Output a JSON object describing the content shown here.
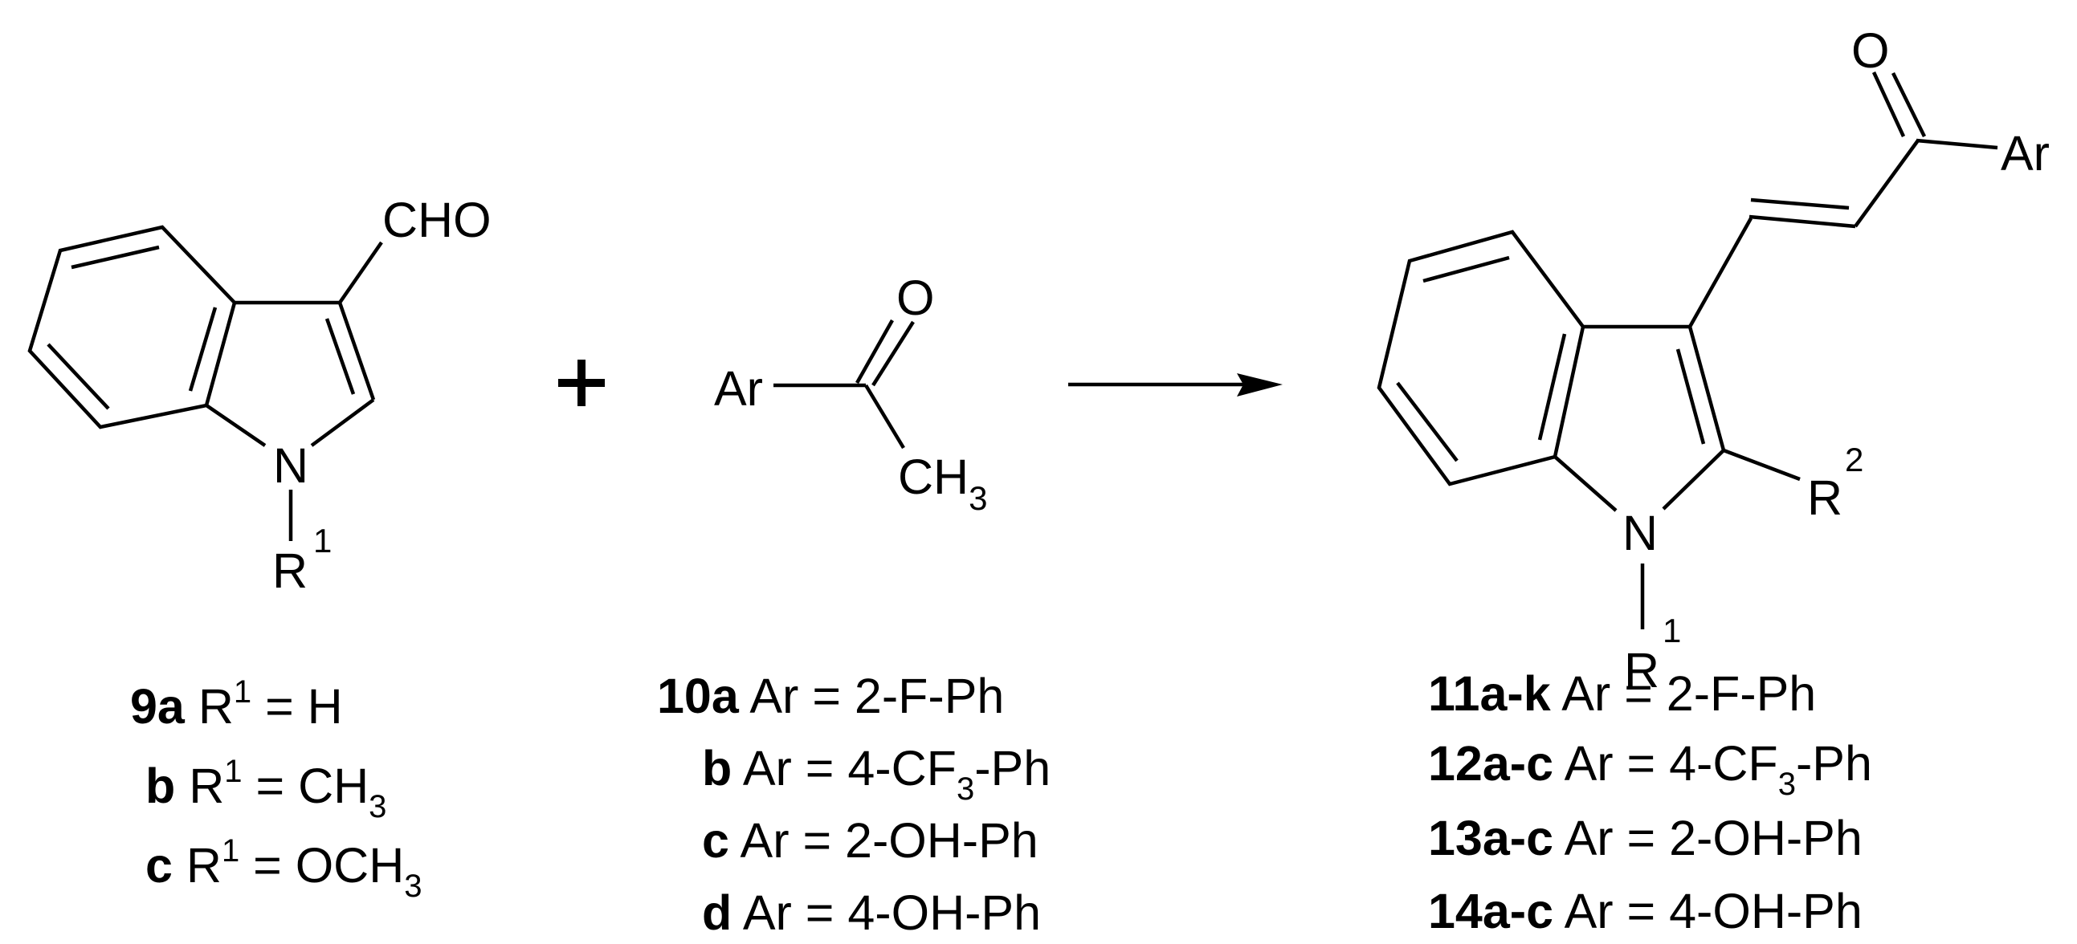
{
  "scheme": {
    "reagent_9": {
      "aldehyde_group": "CHO",
      "nitrogen": "N",
      "substituent": {
        "base": "R",
        "superscript": "1"
      }
    },
    "plus_sign": "+",
    "reagent_10": {
      "aryl": "Ar",
      "oxygen": "O",
      "methyl": {
        "base": "CH",
        "subscript": "3"
      }
    },
    "reaction_arrow": "→",
    "product": {
      "oxygen": "O",
      "aryl": "Ar",
      "nitrogen": "N",
      "substituent_1": {
        "base": "R",
        "superscript": "1"
      },
      "substituent_2": {
        "base": "R",
        "superscript": "2"
      }
    }
  },
  "legend": {
    "compound_9": [
      {
        "id": "9a",
        "lhs": "R",
        "sup": "1",
        "eq": " = ",
        "value": "H",
        "value_sub": ""
      },
      {
        "id": "b",
        "lhs": "R",
        "sup": "1",
        "eq": " = ",
        "value": "CH",
        "value_sub": "3"
      },
      {
        "id": "c",
        "lhs": "R",
        "sup": "1",
        "eq": " = ",
        "value": "OCH",
        "value_sub": "3"
      }
    ],
    "compound_10": [
      {
        "id": "10a",
        "text": "Ar = 2-F-Ph"
      },
      {
        "id": "b",
        "pre": "Ar = 4-CF",
        "sub": "3",
        "post": "-Ph"
      },
      {
        "id": "c",
        "text": "Ar = 2-OH-Ph"
      },
      {
        "id": "d",
        "text": "Ar = 4-OH-Ph"
      }
    ],
    "products": [
      {
        "id": "11a-k",
        "text": "Ar = 2-F-Ph"
      },
      {
        "id": "12a-c",
        "pre": "Ar = 4-CF",
        "sub": "3",
        "post": "-Ph"
      },
      {
        "id": "13a-c",
        "text": "Ar = 2-OH-Ph"
      },
      {
        "id": "14a-c",
        "text": "Ar = 4-OH-Ph"
      }
    ]
  }
}
